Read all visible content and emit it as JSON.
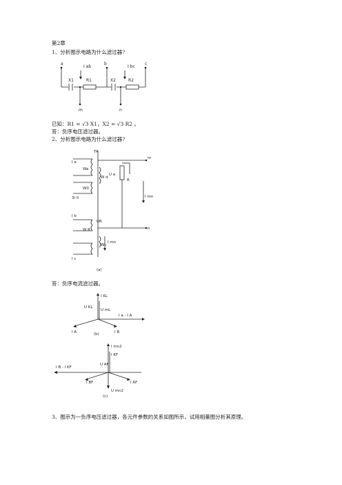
{
  "chapter": "第2章",
  "q1": {
    "question": "1、分析图示电路为什么滤过器?",
    "known": "已知：R1 = √3 X1，X2 = √3 R2 。",
    "answer": "答：负序电压滤过器。",
    "circuit": {
      "node_a": "a",
      "node_b": "b",
      "node_c": "c",
      "current_ab": "I ab",
      "current_bc": "I bc",
      "x1": "X1",
      "r1": "R1",
      "x2": "X2",
      "r2": "R2",
      "node_m": "m",
      "node_n": "n"
    }
  },
  "q2": {
    "question": "2、分析图示电路为什么滤过器?",
    "answer": "答：负序电流滤过器。",
    "circuit": {
      "ta": "TA",
      "ia": "I a",
      "ib": "3I 0",
      "ic_b": "I b",
      "ic": "I c",
      "wa": "Wa",
      "wb": "W0",
      "wc": "Wc",
      "wd": "W d",
      "wr": "W R",
      "ur": "UR",
      "r": "R",
      "ua": "U a",
      "im": "I mn",
      "node_m": "m",
      "node_n": "n",
      "caption": "(a)"
    },
    "phasor_b": {
      "labels": [
        "I KL",
        "U KL",
        "U mL",
        "I a - I A",
        "I A",
        "I B"
      ],
      "caption": "(b)"
    },
    "phasor_c": {
      "labels": [
        "I mn2",
        "I KF",
        "U AF",
        "I B - I KF",
        "I BF",
        "I AF",
        "U mn2"
      ],
      "caption": "(c)"
    }
  },
  "q3": {
    "question": "3、图示为一负序电压滤过器，各元件参数的关系如图所示，试用相量图分析其原理。"
  }
}
